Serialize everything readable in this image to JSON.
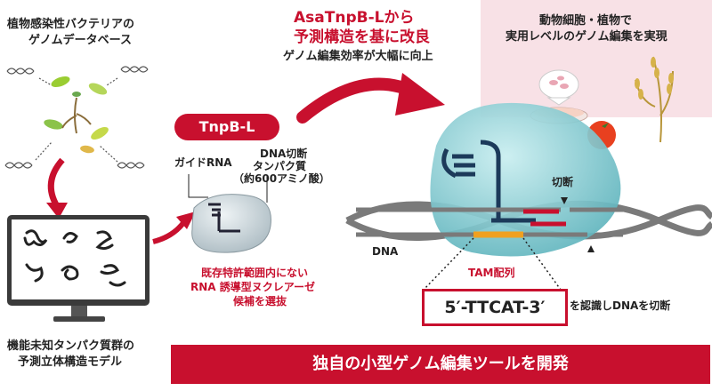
{
  "left": {
    "top_label_1": "植物感染性バクテリアの",
    "top_label_2": "ゲノムデータベース",
    "bottom_label_1": "機能未知タンパク質群の",
    "bottom_label_2": "予測立体構造モデル"
  },
  "middle": {
    "pill": "TnpB-L",
    "guide_rna": "ガイドRNA",
    "dna_cut_1": "DNA切断",
    "dna_cut_2": "タンパク質",
    "dna_cut_3": "（約600アミノ酸）",
    "select_1": "既存特許範囲内にない",
    "select_2": "RNA 誘導型ヌクレアーゼ",
    "select_3": "候補を選抜"
  },
  "top_center": {
    "title_1": "AsaTnpB-Lから",
    "title_2": "予測構造を基に改良",
    "subtitle": "ゲノム編集効率が大幅に向上"
  },
  "right": {
    "panel_1": "動物細胞・植物で",
    "panel_2": "実用レベルのゲノム編集を実現",
    "cut_label": "切断",
    "dna_label": "DNA",
    "tam_label": "TAM配列",
    "sequence": "5′-TTCAT-3′",
    "recognize": "を認識しDNAを切断"
  },
  "banner": "独自の小型ゲノム編集ツールを開発",
  "colors": {
    "accent": "#c8102e",
    "protein": "#7fc9cf",
    "dna": "#7a7a7a",
    "tam": "#f0a020"
  }
}
